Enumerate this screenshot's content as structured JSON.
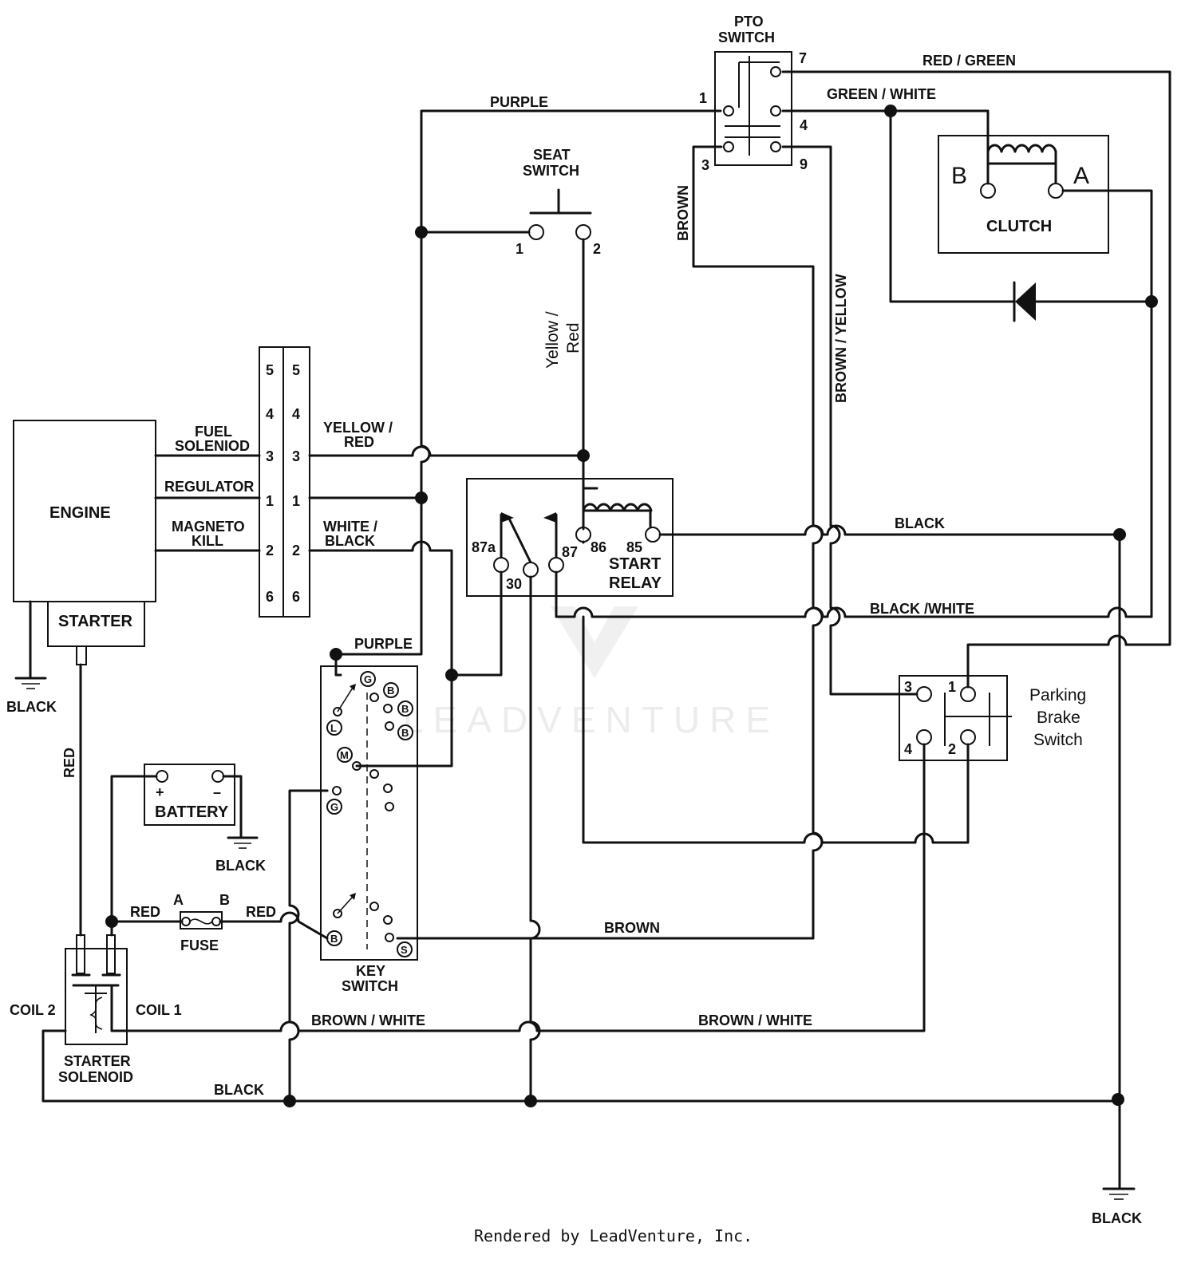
{
  "components": {
    "engine": "ENGINE",
    "starter": "STARTER",
    "pto_switch_line1": "PTO",
    "pto_switch_line2": "SWITCH",
    "seat_switch_line1": "SEAT",
    "seat_switch_line2": "SWITCH",
    "clutch": "CLUTCH",
    "start_relay_line1": "START",
    "start_relay_line2": "RELAY",
    "battery": "BATTERY",
    "fuse": "FUSE",
    "key_switch_line1": "KEY",
    "key_switch_line2": "SWITCH",
    "starter_solenoid_line1": "STARTER",
    "starter_solenoid_line2": "SOLENOID",
    "parking_brake_line1": "Parking",
    "parking_brake_line2": "Brake",
    "parking_brake_line3": "Switch",
    "coil2": "COIL 2",
    "coil1": "COIL 1"
  },
  "engine_leads": {
    "fuel_solenoid_line1": "FUEL",
    "fuel_solenoid_line2": "SOLENIOD",
    "regulator": "REGULATOR",
    "magneto_line1": "MAGNETO",
    "magneto_line2": "KILL"
  },
  "wires": {
    "purple": "PURPLE",
    "purple2": "PURPLE",
    "red_green": "RED / GREEN",
    "green_white": "GREEN / WHITE",
    "brown_v": "BROWN",
    "brown_yellow": "BROWN / YELLOW",
    "yellow_red_v1": "Yellow /",
    "yellow_red_v2": "Red",
    "yellow_red_h1": "YELLOW /",
    "yellow_red_h2": "RED",
    "white_black1": "WHITE /",
    "white_black2": "BLACK",
    "black_top": "BLACK",
    "black_white": "BLACK /WHITE",
    "black_ground1": "BLACK",
    "black_ground2": "BLACK",
    "black_ground3": "BLACK",
    "black_bottom": "BLACK",
    "red_v": "RED",
    "red1": "RED",
    "red2": "RED",
    "brown_key": "BROWN",
    "brown_white1": "BROWN / WHITE",
    "brown_white2": "BROWN / WHITE"
  },
  "pins": {
    "pto": [
      "7",
      "1",
      "4",
      "3",
      "9"
    ],
    "seat": [
      "1",
      "2"
    ],
    "clutch": [
      "B",
      "A"
    ],
    "connector": [
      "5",
      "4",
      "3",
      "1",
      "2",
      "6"
    ],
    "relay": [
      "87a",
      "30",
      "87",
      "86",
      "85"
    ],
    "parking": [
      "3",
      "1",
      "4",
      "2"
    ],
    "battery": [
      "+",
      "–"
    ],
    "fuse": [
      "A",
      "B"
    ],
    "key": [
      "G",
      "B",
      "B",
      "B",
      "L",
      "M",
      "G",
      "B",
      "S"
    ]
  },
  "footer": "Rendered by LeadVenture, Inc.",
  "watermark": "LEADVENTURE"
}
